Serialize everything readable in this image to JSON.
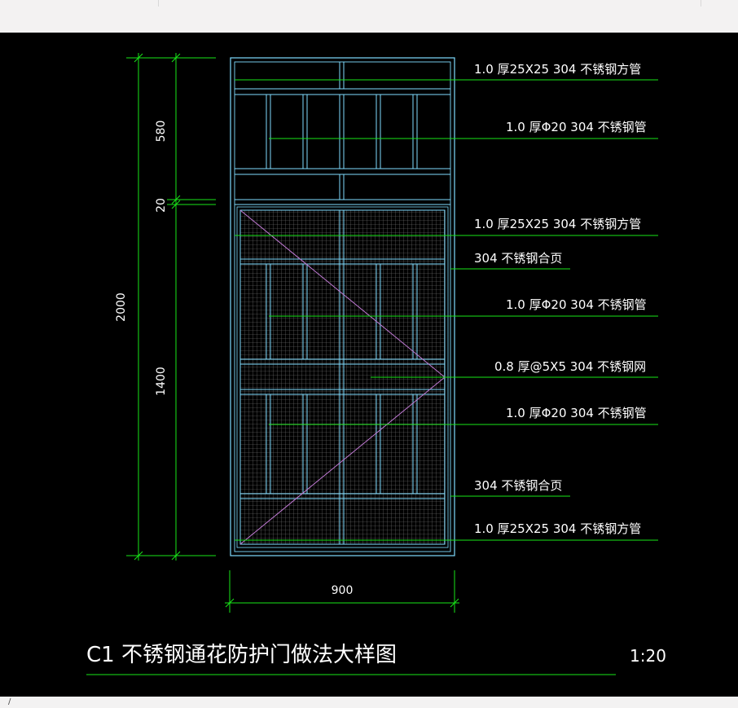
{
  "drawing": {
    "title": "C1 不锈钢通花防护门做法大样图",
    "scale": "1:20",
    "dimensions": {
      "total_height": "2000",
      "upper_height": "580",
      "gap_height": "20",
      "lower_height": "1400",
      "width": "900"
    },
    "annotations": [
      {
        "text": "1.0  厚25X25    304  不锈钢方管"
      },
      {
        "text": "1.0  厚Φ20   304  不锈钢管"
      },
      {
        "text": "1.0  厚25X25    304  不锈钢方管"
      },
      {
        "text": "304  不锈钢合页"
      },
      {
        "text": "1.0  厚Φ20   304  不锈钢管"
      },
      {
        "text": "0.8  厚@5X5   304  不锈钢网"
      },
      {
        "text": "1.0  厚Φ20   304  不锈钢管"
      },
      {
        "text": "304  不锈钢合页"
      },
      {
        "text": "1.0  厚25X25    304  不锈钢方管"
      }
    ]
  },
  "colors": {
    "background": "#000000",
    "frame": "#7fdcff",
    "leader": "#19e619",
    "mesh": "#8a8a8a",
    "diagonal": "#c27ad6",
    "text": "#ffffff"
  },
  "status_bar": {
    "cursor_glyph": "/"
  }
}
